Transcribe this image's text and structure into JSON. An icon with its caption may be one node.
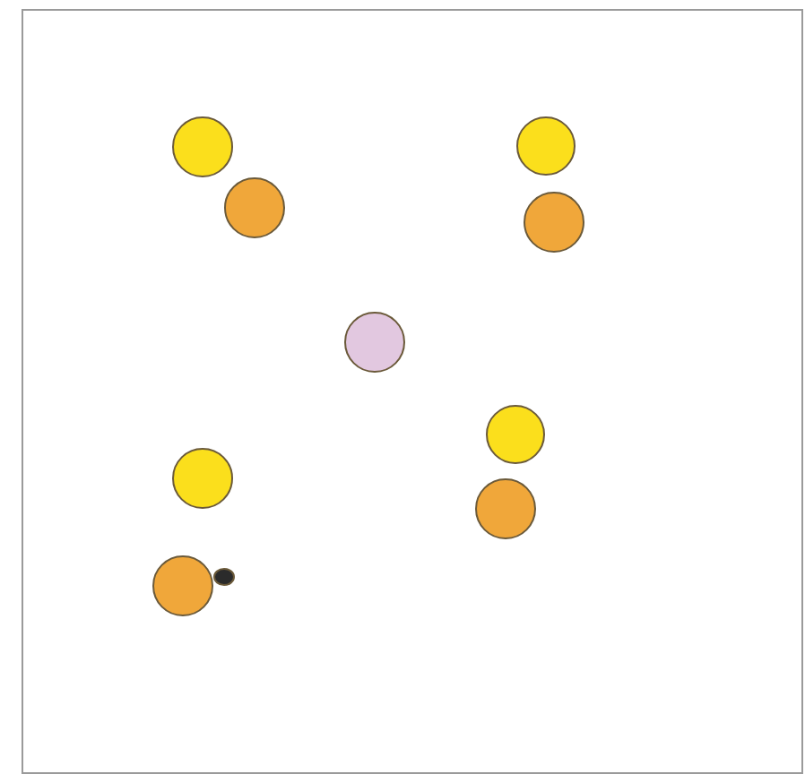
{
  "diagram": {
    "nodes": [
      {
        "text": [],
        "shape": "circle"
      },
      {
        "text": [],
        "shape": "circle"
      },
      {
        "text": [],
        "shape": "circle"
      },
      {
        "text": [],
        "shape": "circle"
      },
      {
        "text": [],
        "shape": "circle"
      },
      {
        "text": [],
        "shape": "circle"
      },
      {
        "text": [],
        "shape": "circle"
      },
      {
        "text": [],
        "shape": "circle"
      },
      {
        "text": [],
        "shape": "circle"
      },
      {
        "text": [],
        "shape": "circle"
      }
    ]
  }
}
